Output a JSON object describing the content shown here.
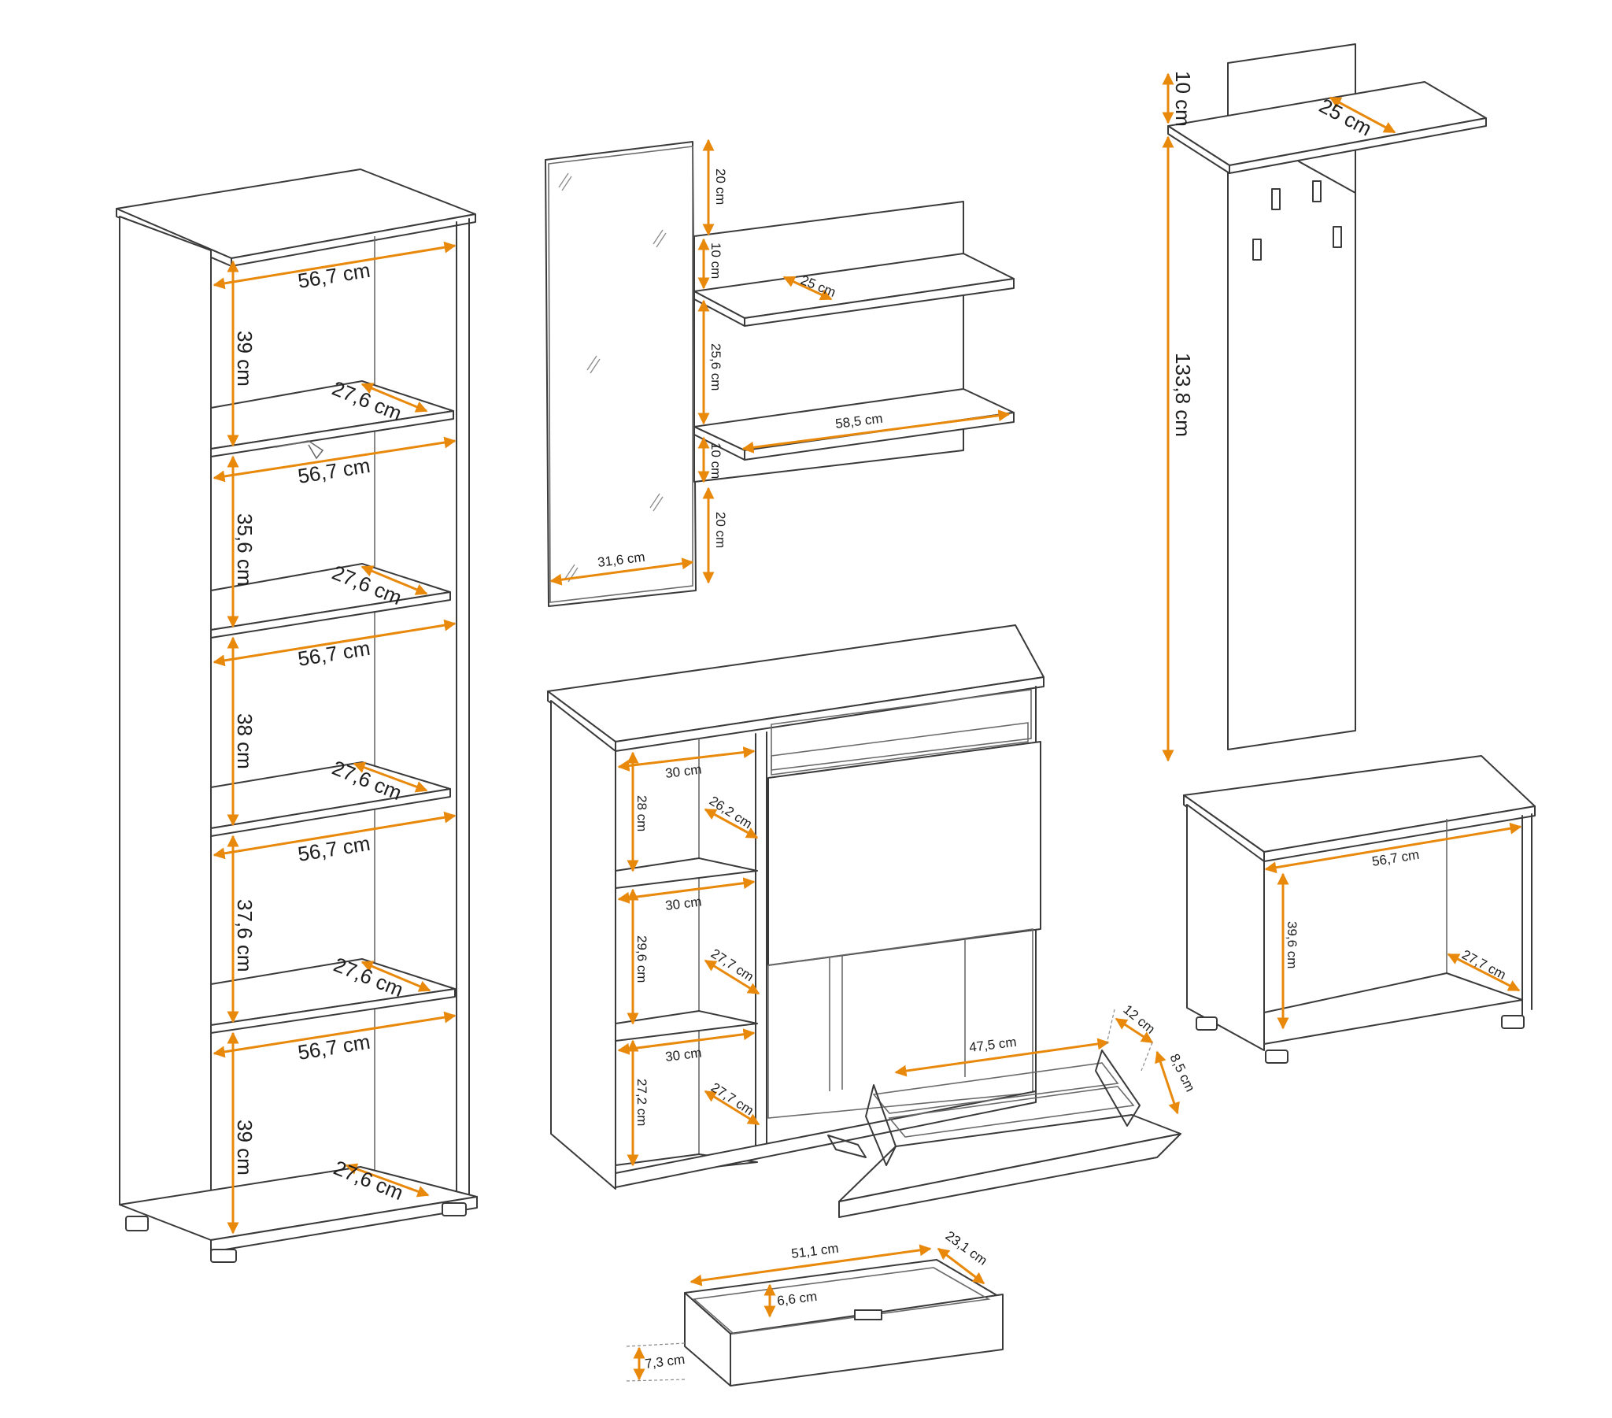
{
  "colors": {
    "dimension_line": "#e8890c",
    "outline": "#3a3a3a",
    "background": "#ffffff"
  },
  "bookcase": {
    "width_top": "56,7 cm",
    "heights": [
      "39 cm",
      "35,6 cm",
      "38 cm",
      "37,6 cm",
      "39 cm"
    ],
    "widths": [
      "56,7 cm",
      "56,7 cm",
      "56,7 cm",
      "56,7 cm"
    ],
    "depths": [
      "27,6 cm",
      "27,6 cm",
      "27,6 cm",
      "27,6 cm",
      "27,6 cm"
    ]
  },
  "mirror": {
    "width": "31,6 cm"
  },
  "wall_shelf": {
    "top_gap": "20 cm",
    "upper_panel": "10 cm",
    "shelf_depth": "25 cm",
    "shelf_gap": "25,6 cm",
    "shelf_width": "58,5 cm",
    "lower_panel": "10 cm",
    "bottom_gap": "20 cm"
  },
  "coat_rack": {
    "shelf_height": "10 cm",
    "shelf_depth": "25 cm",
    "panel_height": "133,8 cm"
  },
  "bench": {
    "width": "56,7 cm",
    "height": "39,6 cm",
    "depth": "27,7 cm"
  },
  "shoe_cabinet": {
    "compartments": [
      {
        "width": "30 cm",
        "height": "28 cm",
        "depth": "26,2 cm"
      },
      {
        "width": "30 cm",
        "height": "29,6 cm",
        "depth": "27,7 cm"
      },
      {
        "width": "30 cm",
        "height": "27,2 cm",
        "depth": "27,7 cm"
      }
    ],
    "flap_width": "47,5 cm",
    "flap_depth": "12 cm",
    "flap_height": "8,5 cm"
  },
  "drawer": {
    "width": "51,1 cm",
    "depth": "23,1 cm",
    "inner_height": "6,6 cm",
    "front_height": "7,3 cm"
  }
}
